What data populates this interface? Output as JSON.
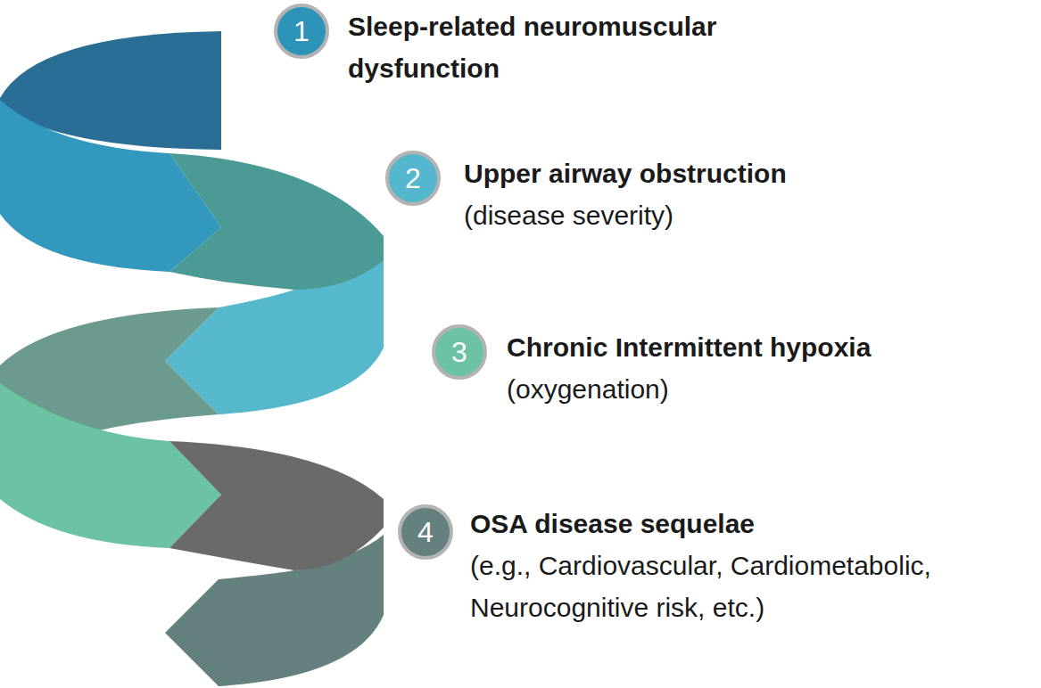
{
  "diagram": {
    "nodes": [
      {
        "text": [
          "1",
          "Sleep-related neuromuscular dysfunction"
        ]
      },
      {
        "text": [
          "2",
          "Upper airway obstruction",
          "(disease severity)"
        ]
      },
      {
        "text": [
          "3",
          "Chronic Intermittent hypoxia",
          "(oxygenation)"
        ]
      },
      {
        "text": [
          "4",
          "OSA disease sequelae",
          "(e.g., Cardiovascular, Cardiometabolic, Neurocognitive risk, etc.)"
        ]
      }
    ]
  }
}
